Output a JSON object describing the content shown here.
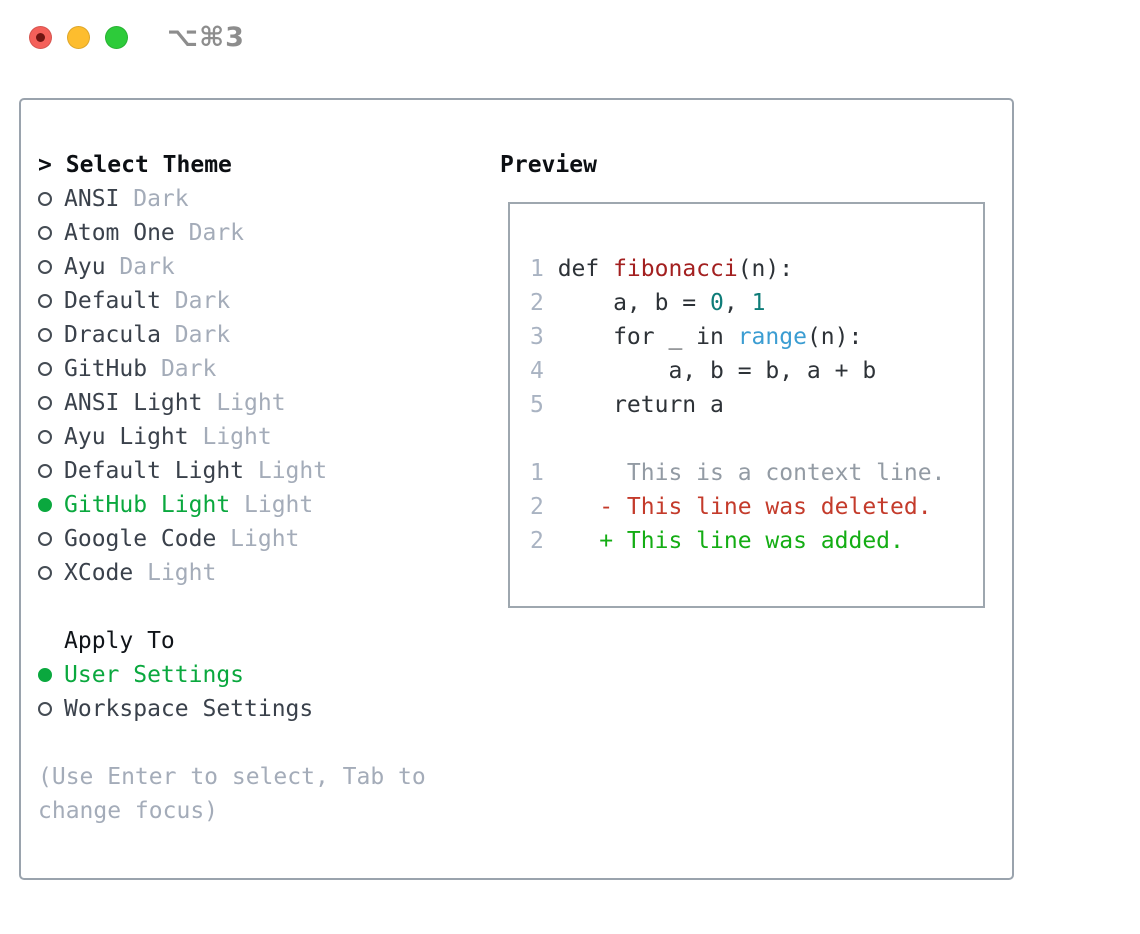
{
  "titlebar": {
    "shortcut": "⌥⌘3",
    "buttons": [
      "close",
      "minimize",
      "zoom"
    ]
  },
  "theme_picker": {
    "title_prefix": ">",
    "title": "Select Theme",
    "items": [
      {
        "name": "ANSI",
        "variant": "Dark",
        "selected": false
      },
      {
        "name": "Atom One",
        "variant": "Dark",
        "selected": false
      },
      {
        "name": "Ayu",
        "variant": "Dark",
        "selected": false
      },
      {
        "name": "Default",
        "variant": "Dark",
        "selected": false
      },
      {
        "name": "Dracula",
        "variant": "Dark",
        "selected": false
      },
      {
        "name": "GitHub",
        "variant": "Dark",
        "selected": false
      },
      {
        "name": "ANSI Light",
        "variant": "Light",
        "selected": false
      },
      {
        "name": "Ayu Light",
        "variant": "Light",
        "selected": false
      },
      {
        "name": "Default Light",
        "variant": "Light",
        "selected": false
      },
      {
        "name": "GitHub Light",
        "variant": "Light",
        "selected": true
      },
      {
        "name": "Google Code",
        "variant": "Light",
        "selected": false
      },
      {
        "name": "XCode",
        "variant": "Light",
        "selected": false
      }
    ],
    "apply_to": {
      "title": "Apply To",
      "options": [
        {
          "name": "User Settings",
          "selected": true
        },
        {
          "name": "Workspace Settings",
          "selected": false
        }
      ]
    },
    "hint": "(Use Enter to select, Tab to change focus)"
  },
  "preview": {
    "title": "Preview",
    "code_lines": [
      {
        "number": "1",
        "segments": [
          {
            "text": "def ",
            "style": "plain"
          },
          {
            "text": "fibonacci",
            "style": "function"
          },
          {
            "text": "(n):",
            "style": "plain"
          }
        ]
      },
      {
        "number": "2",
        "segments": [
          {
            "text": "    a, b = ",
            "style": "plain"
          },
          {
            "text": "0",
            "style": "number"
          },
          {
            "text": ", ",
            "style": "plain"
          },
          {
            "text": "1",
            "style": "number"
          }
        ]
      },
      {
        "number": "3",
        "segments": [
          {
            "text": "    for _ in ",
            "style": "plain"
          },
          {
            "text": "range",
            "style": "builtin"
          },
          {
            "text": "(n):",
            "style": "plain"
          }
        ]
      },
      {
        "number": "4",
        "segments": [
          {
            "text": "        a, b = b, a + b",
            "style": "plain"
          }
        ]
      },
      {
        "number": "5",
        "segments": [
          {
            "text": "    return a",
            "style": "plain"
          }
        ]
      },
      {
        "number": "",
        "segments": []
      },
      {
        "number": "1",
        "segments": [
          {
            "text": "     This is a context line.",
            "style": "context"
          }
        ]
      },
      {
        "number": "2",
        "segments": [
          {
            "text": "   - This line was deleted.",
            "style": "deleted"
          }
        ]
      },
      {
        "number": "2",
        "segments": [
          {
            "text": "   + This line was added.",
            "style": "added"
          }
        ]
      }
    ]
  },
  "colors": {
    "accent_green": "#0aa83e",
    "added_green": "#14ad14",
    "deleted_red": "#c43b2b",
    "function_red": "#a32020",
    "number_teal": "#0e7c78",
    "builtin_blue": "#3b9dd2",
    "traffic_red": "#f4605a",
    "traffic_yellow": "#fdbd2e",
    "traffic_green": "#2dcb3a"
  }
}
